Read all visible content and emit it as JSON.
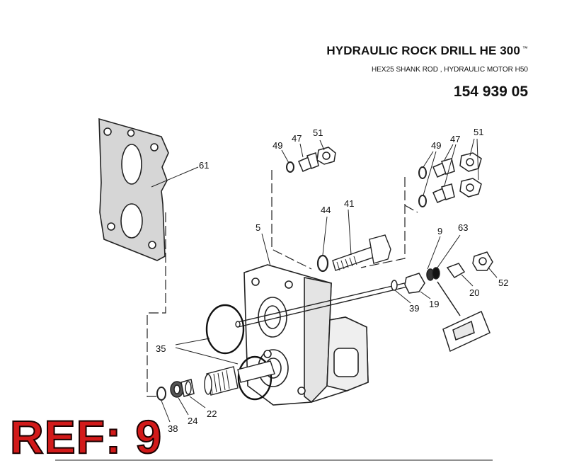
{
  "header": {
    "title": "HYDRAULIC ROCK DRILL HE 300",
    "trademark": "™",
    "subtitle": "HEX25 SHANK ROD , HYDRAULIC MOTOR H50",
    "part_number": "154 939 05"
  },
  "ref_label": "REF: 9",
  "callouts": [
    "61",
    "49",
    "47",
    "51",
    "49",
    "47",
    "51",
    "44",
    "41",
    "5",
    "9",
    "63",
    "20",
    "52",
    "39",
    "19",
    "35",
    "22",
    "24",
    "38"
  ],
  "colors": {
    "ref_text": "#d21a1a",
    "ink": "#111111",
    "plate_fill": "#d6d6d6"
  }
}
